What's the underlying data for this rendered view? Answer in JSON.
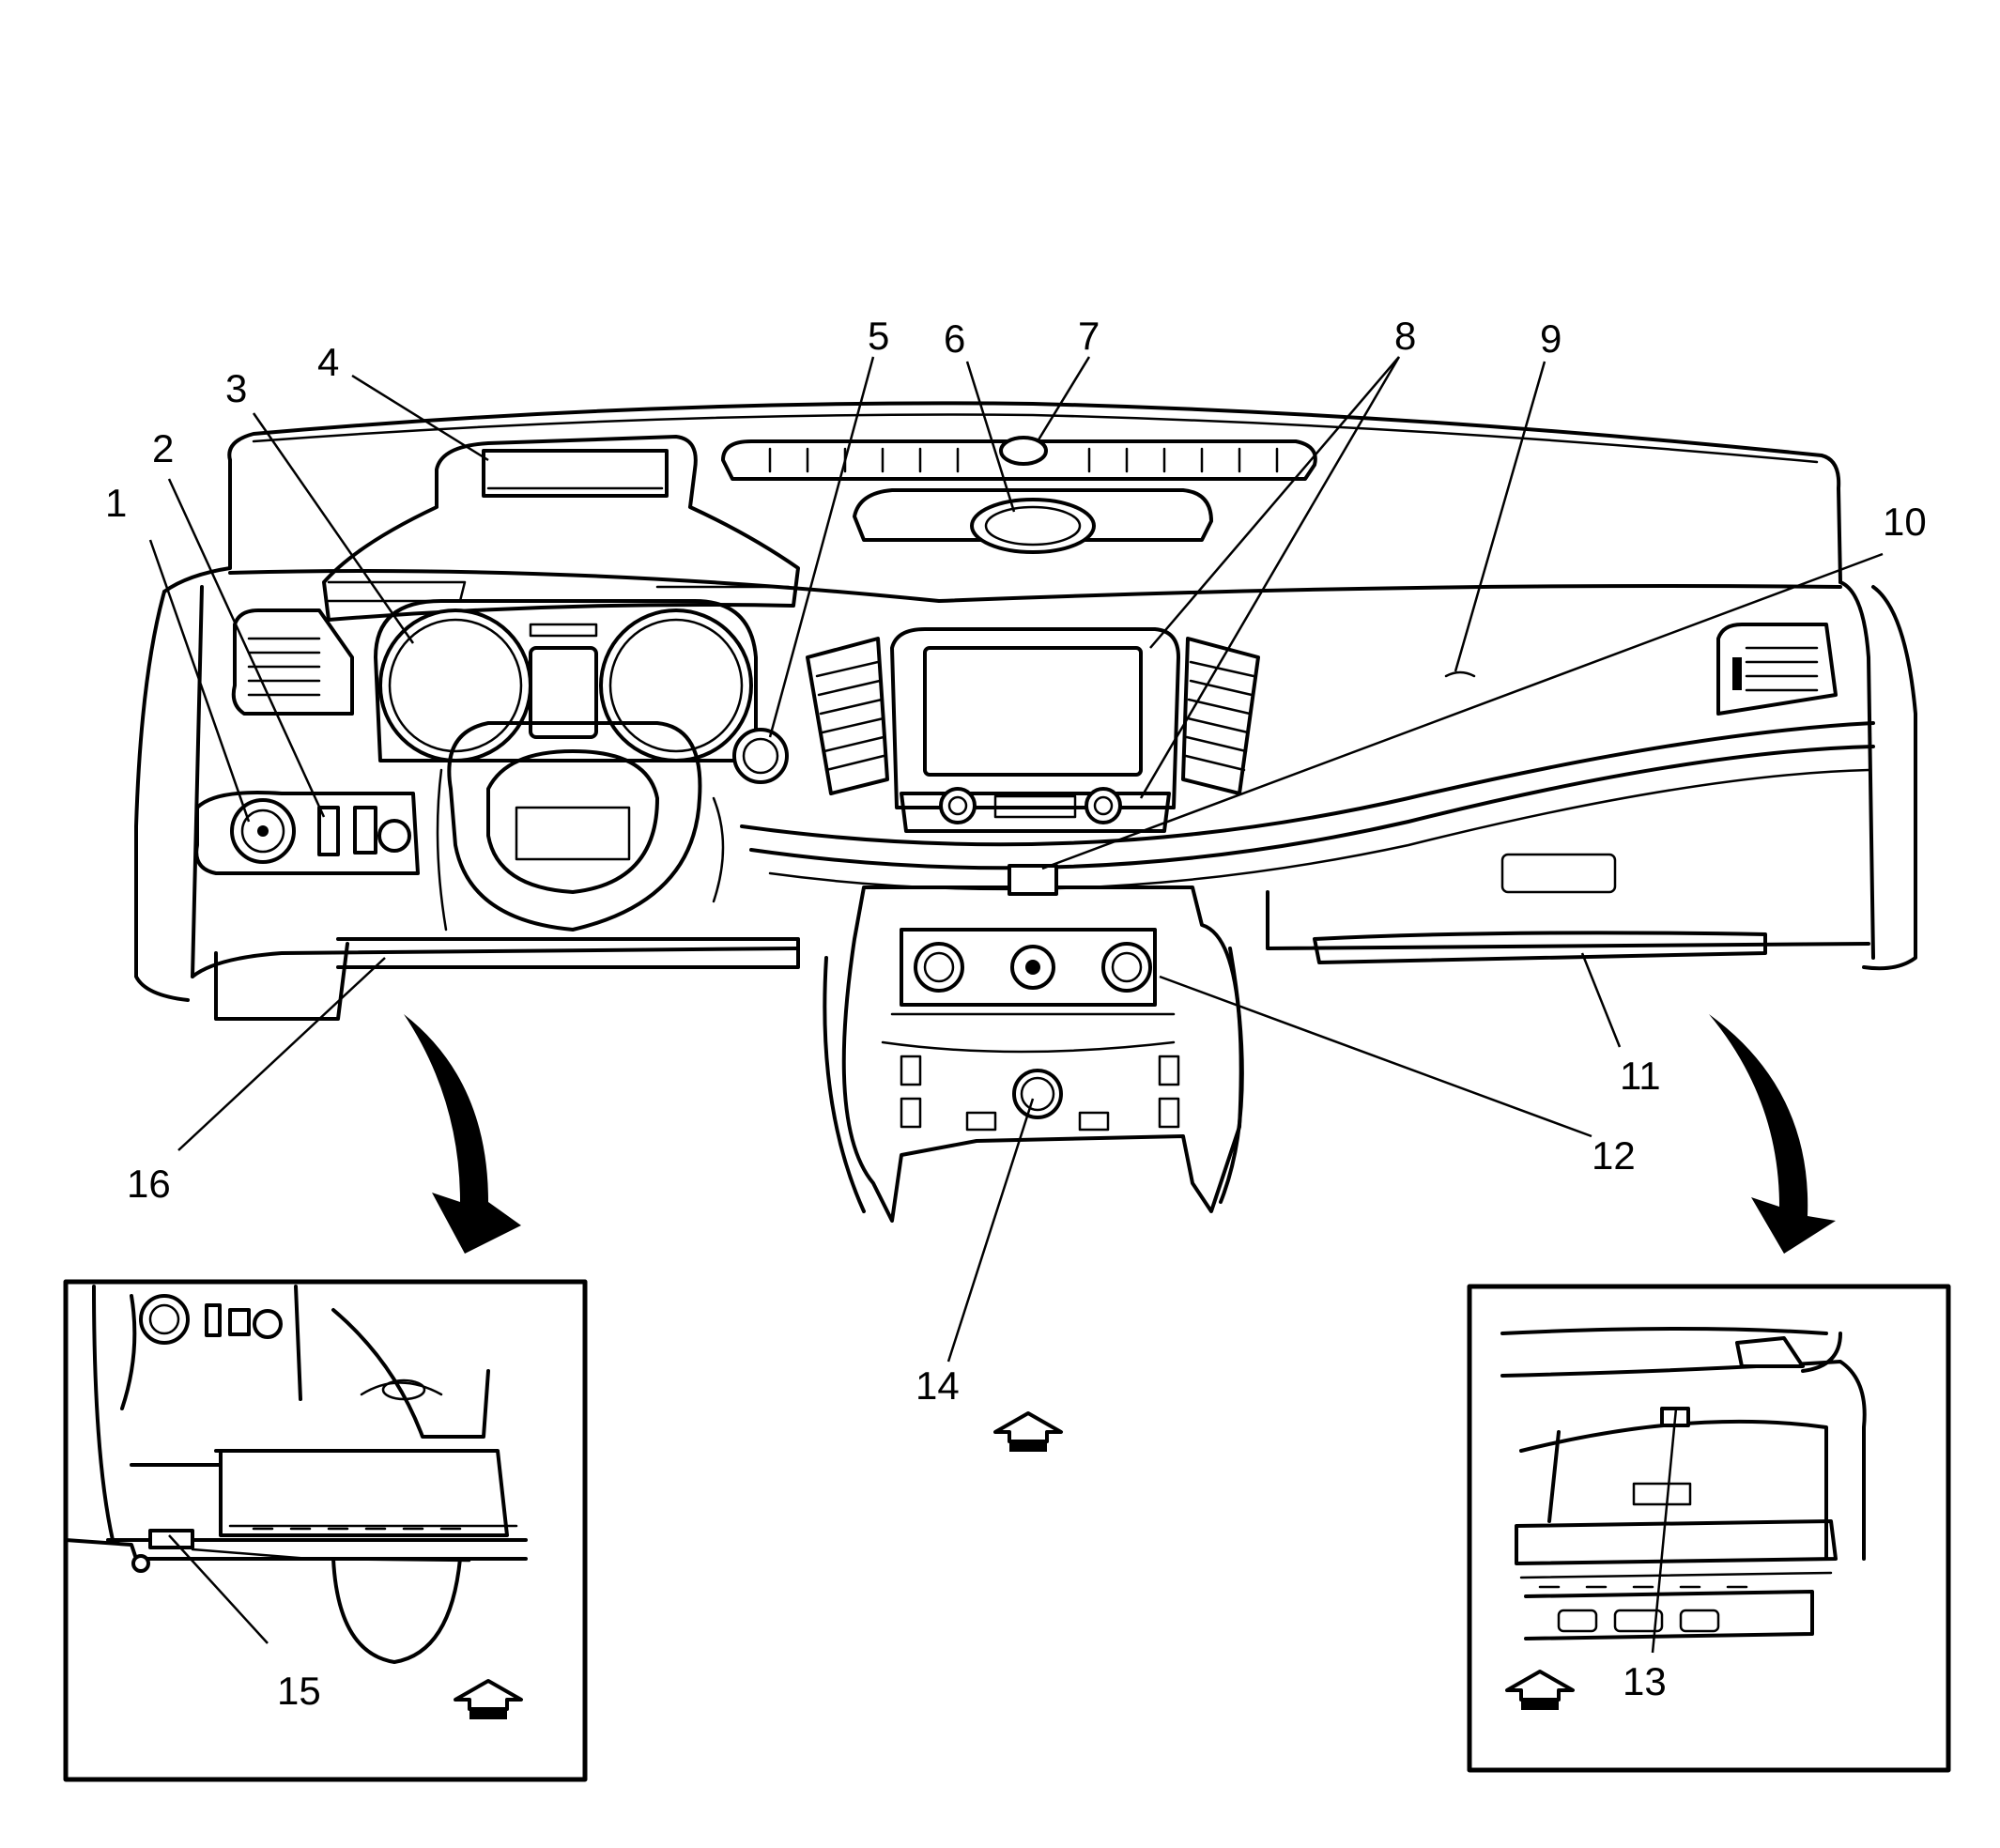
{
  "callouts": [
    {
      "label": "1"
    },
    {
      "label": "2"
    },
    {
      "label": "3"
    },
    {
      "label": "4"
    },
    {
      "label": "5"
    },
    {
      "label": "6"
    },
    {
      "label": "7"
    },
    {
      "label": "8"
    },
    {
      "label": "9"
    },
    {
      "label": "10"
    },
    {
      "label": "11"
    },
    {
      "label": "12"
    },
    {
      "label": "13"
    },
    {
      "label": "14"
    },
    {
      "label": "15"
    },
    {
      "label": "16"
    }
  ],
  "icons": {
    "view_direction": "view-direction-arrow-icon",
    "detail_pointer": "curved-pointer-arrow-icon"
  },
  "colors": {
    "line": "#000000",
    "background": "#ffffff"
  }
}
